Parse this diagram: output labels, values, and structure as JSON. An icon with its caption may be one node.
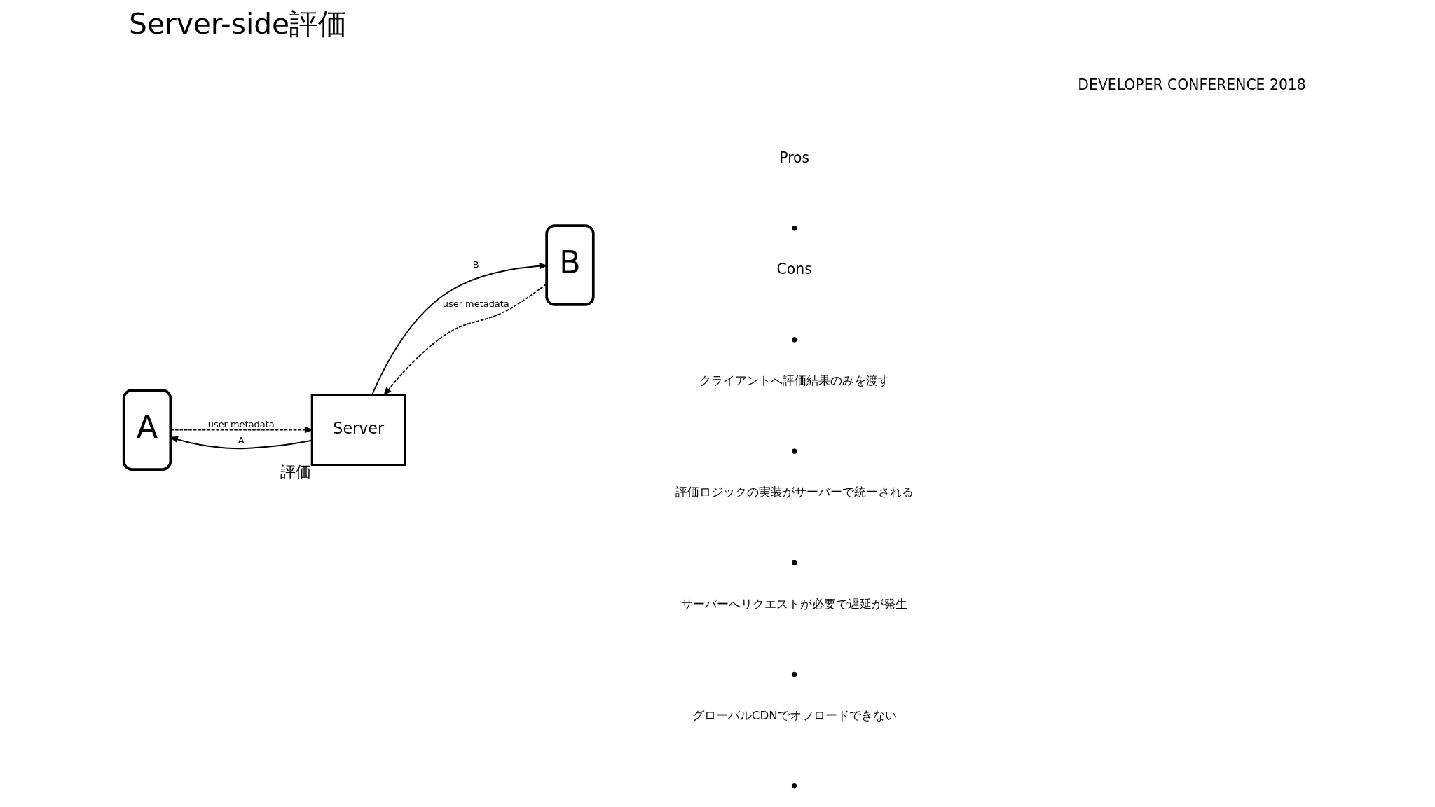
{
  "diagram": {
    "title": "Server-side評価",
    "nodes": [
      {
        "text": [
          "A"
        ]
      },
      {
        "text": [
          "B"
        ]
      },
      {
        "text": [
          "Server"
        ],
        "beside": [
          "評価"
        ]
      }
    ],
    "edges": [
      {
        "from": 0,
        "to": 2,
        "arrow": "to",
        "label": "user metadata",
        "style": "dashed"
      },
      {
        "from": 2,
        "to": 0,
        "arrow": "to",
        "label": "A"
      },
      {
        "from": 1,
        "to": 2,
        "arrow": "to",
        "label": "user metadata",
        "style": "dashed"
      },
      {
        "from": 2,
        "to": 1,
        "arrow": "to",
        "label": "B"
      }
    ],
    "labels": [
      "Pros",
      "クライアントへ評価結果のみを渡す",
      "評価ロジックの実装がサーバーで統一される",
      "Cons",
      "サーバーへリクエストが必要で遅延が発生",
      "グローバルCDNでオフロードできない",
      "DEVELOPER CONFERENCE 2018"
    ]
  }
}
